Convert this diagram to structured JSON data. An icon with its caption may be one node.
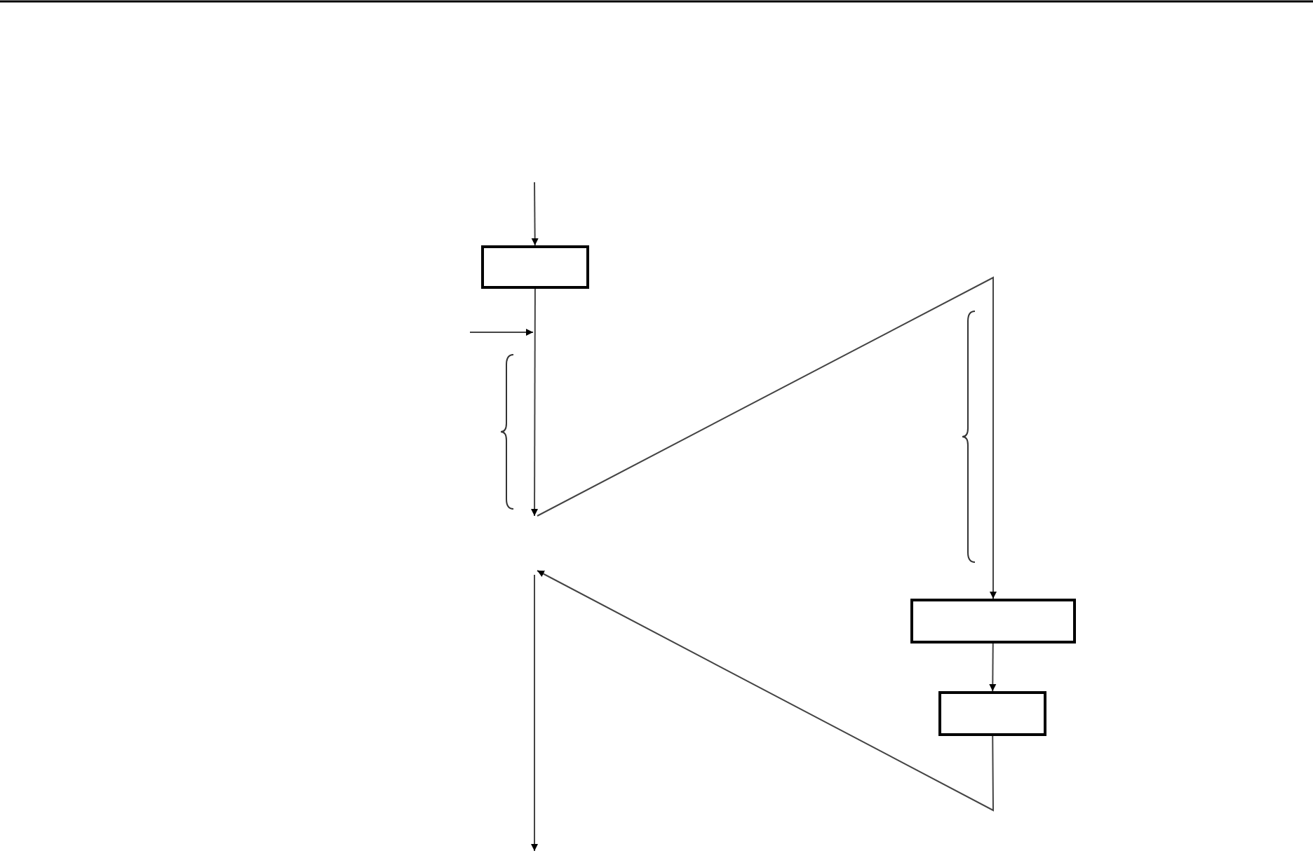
{
  "diagram": {
    "nodes": [
      {
        "text": [],
        "shape": "box"
      },
      {
        "text": [],
        "shape": "box"
      },
      {
        "text": [],
        "shape": "box"
      }
    ],
    "edges": [
      {
        "from": null,
        "to": 0,
        "arrow": "to"
      },
      {
        "from": 0,
        "to": null,
        "arrow": "to"
      },
      {
        "from": null,
        "to": 1,
        "arrow": "to"
      },
      {
        "from": 1,
        "to": 2,
        "arrow": "to"
      },
      {
        "from": 2,
        "to": null,
        "arrow": "to"
      }
    ]
  }
}
